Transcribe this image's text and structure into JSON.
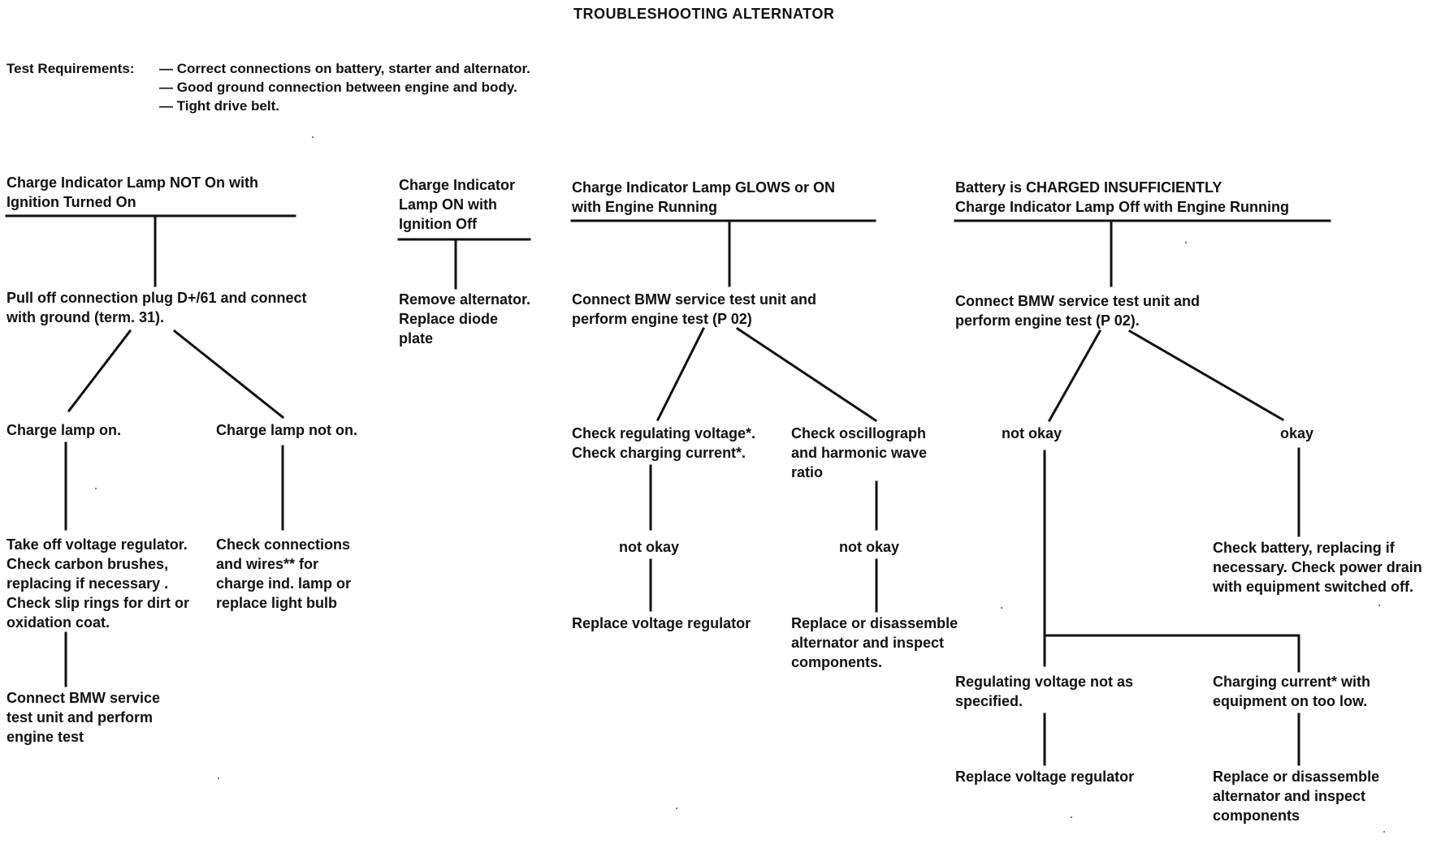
{
  "title": "TROUBLESHOOTING ALTERNATOR",
  "requirements": {
    "label": "Test Requirements:",
    "items": [
      "— Correct connections on battery, starter and alternator.",
      "— Good ground connection between engine and body.",
      "— Tight drive belt."
    ]
  },
  "col1": {
    "header": "Charge Indicator Lamp NOT On with\nIgnition Turned On",
    "step1": "Pull off connection plug D+/61 and connect\nwith ground (term. 31).",
    "branch_left": "Charge lamp on.",
    "branch_right": "Charge lamp not on.",
    "left_action": "Take off voltage regulator.\nCheck carbon brushes,\nreplacing if necessary .\nCheck slip rings for dirt or\noxidation coat.",
    "right_action": "Check connections\nand wires** for\ncharge ind. lamp or\nreplace light bulb",
    "left_final": "Connect BMW service\ntest unit and perform\nengine test"
  },
  "col2": {
    "header": "Charge Indicator\nLamp ON with\nIgnition Off",
    "action": "Remove alternator.\nReplace diode\nplate"
  },
  "col3": {
    "header": "Charge Indicator Lamp GLOWS or ON\nwith Engine Running",
    "step1": "Connect BMW service test unit and\nperform engine test (P 02)",
    "branch_left": "Check regulating voltage*.\nCheck charging current*.",
    "branch_right": "Check oscillograph\nand harmonic wave\nratio",
    "left_result": "not okay",
    "right_result": "not okay",
    "left_action": "Replace voltage regulator",
    "right_action": "Replace or disassemble\nalternator and inspect\ncomponents."
  },
  "col4": {
    "header": "Battery is CHARGED INSUFFICIENTLY\nCharge Indicator Lamp Off with Engine Running",
    "step1": "Connect BMW service test unit and\nperform engine test (P 02).",
    "branch_left": "not okay",
    "branch_right": "okay",
    "okay_action": "Check battery, replacing if\nnecessary. Check power drain\nwith equipment switched off.",
    "sub_left": "Regulating voltage not as\nspecified.",
    "sub_right": "Charging current* with\nequipment on too low.",
    "sub_left_action": "Replace voltage regulator",
    "sub_right_action": "Replace or disassemble\nalternator and inspect\ncomponents"
  }
}
